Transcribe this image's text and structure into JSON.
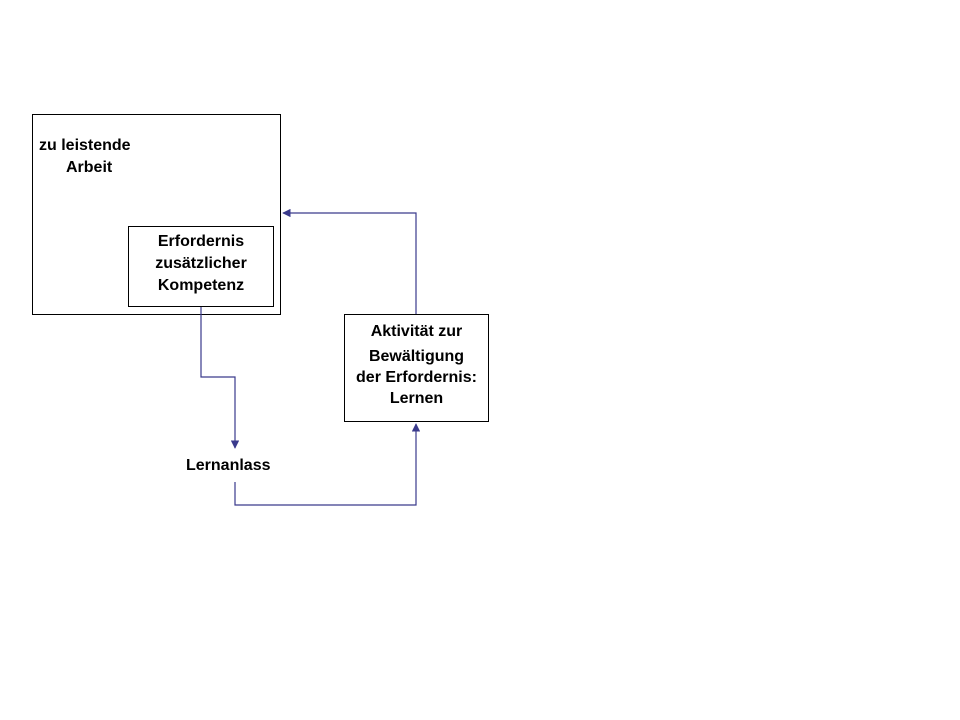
{
  "nodes": {
    "work": {
      "line1": "zu leistende",
      "line2": "Arbeit"
    },
    "requirement": {
      "line1": "Erfordernis",
      "line2": "zusätzlicher",
      "line3": "Kompetenz"
    },
    "activity": {
      "line1": "Aktivität zur",
      "line2": "Bewältigung",
      "line3": "der Erfordernis:",
      "line4": "Lernen"
    },
    "trigger": {
      "label": "Lernanlass"
    }
  },
  "colors": {
    "connector": "#3a3a8c",
    "border": "#000000"
  }
}
